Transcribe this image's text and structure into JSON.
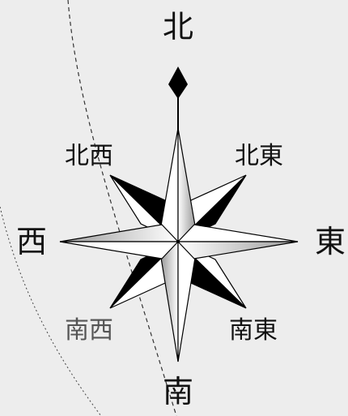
{
  "compass": {
    "north": "北",
    "south": "南",
    "east": "東",
    "west": "西",
    "northeast": "北東",
    "northwest": "北西",
    "southeast": "南東",
    "southwest": "南西"
  }
}
